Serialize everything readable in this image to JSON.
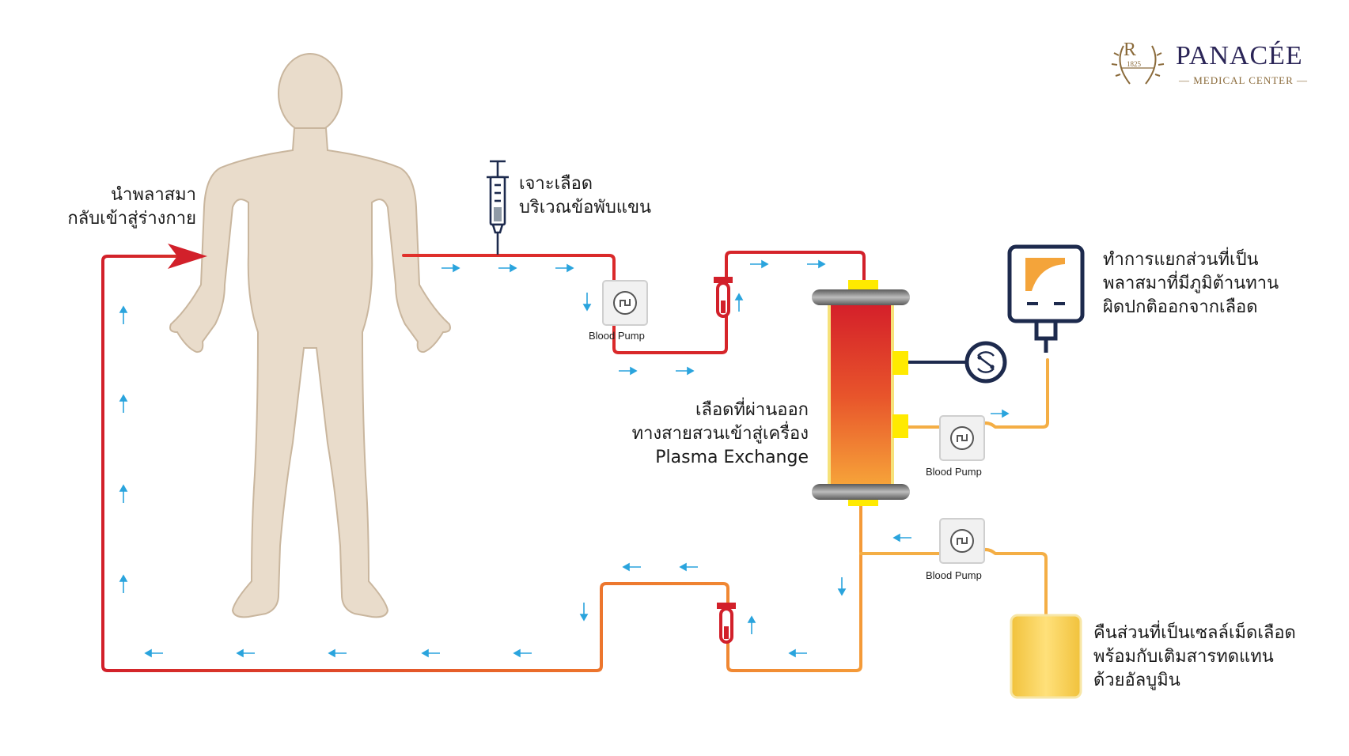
{
  "logo": {
    "brand": "PANACÉE",
    "subtitle": "— MEDICAL CENTER —",
    "monogram": "R",
    "year": "1825"
  },
  "labels": {
    "return_plasma": [
      "นำพลาสมา",
      "กลับเข้าสู่ร่างกาย"
    ],
    "draw_blood": [
      "เจาะเลือด",
      "บริเวณข้อพับแขน"
    ],
    "blood_out": [
      "เลือดที่ผ่านออก",
      "ทางสายสวนเข้าสู่เครื่อง",
      "Plasma Exchange"
    ],
    "separate_plasma": [
      "ทำการแยกส่วนที่เป็น",
      "พลาสมาที่มีภูมิต้านทาน",
      "ผิดปกติออกจากเลือด"
    ],
    "return_cells": [
      "คืนส่วนที่เป็นเซลล์เม็ดเลือด",
      "พร้อมกับเติมสารทดแทน",
      "ด้วยอัลบูมิน"
    ]
  },
  "pumps": {
    "pump1": "Blood Pump",
    "pump2": "Blood Pump",
    "pump3": "Blood Pump"
  },
  "icons": {
    "syringe": "syringe-icon",
    "pump": "blood-pump-icon",
    "filter": "plasma-filter-icon",
    "pressure": "pressure-monitor-icon",
    "waste": "plasma-waste-container-icon",
    "bag": "albumin-bag-icon",
    "drip": "drip-chamber-icon"
  },
  "colors": {
    "line_red": "#d2202a",
    "line_orange": "#f07a2a",
    "line_yellow": "#f4ae45",
    "arrow_blue": "#2aa4dd",
    "body": "#e9dccb",
    "navy": "#1d2a4d",
    "connector": "#ffea00"
  }
}
